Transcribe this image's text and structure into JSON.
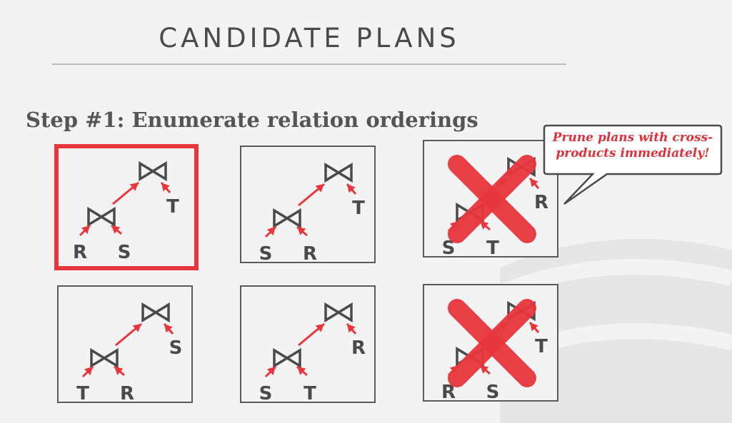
{
  "title": "CANDIDATE PLANS",
  "step": "Step #1: Enumerate relation orderings",
  "callout": {
    "line1": "Prune plans with cross-",
    "line2": "products immediately!"
  },
  "colors": {
    "accent": "#e8363d",
    "text": "#4a4a4a",
    "box_border": "#5a5a5a"
  },
  "plans": [
    {
      "left": "R",
      "right": "S",
      "top_right": "T",
      "selected": true,
      "pruned": false
    },
    {
      "left": "S",
      "right": "R",
      "top_right": "T",
      "selected": false,
      "pruned": false
    },
    {
      "left": "S",
      "right": "T",
      "top_right": "R",
      "selected": false,
      "pruned": true
    },
    {
      "left": "T",
      "right": "R",
      "top_right": "S",
      "selected": false,
      "pruned": false
    },
    {
      "left": "S",
      "right": "T",
      "top_right": "R",
      "selected": false,
      "pruned": false
    },
    {
      "left": "R",
      "right": "S",
      "top_right": "T",
      "selected": false,
      "pruned": true
    }
  ]
}
